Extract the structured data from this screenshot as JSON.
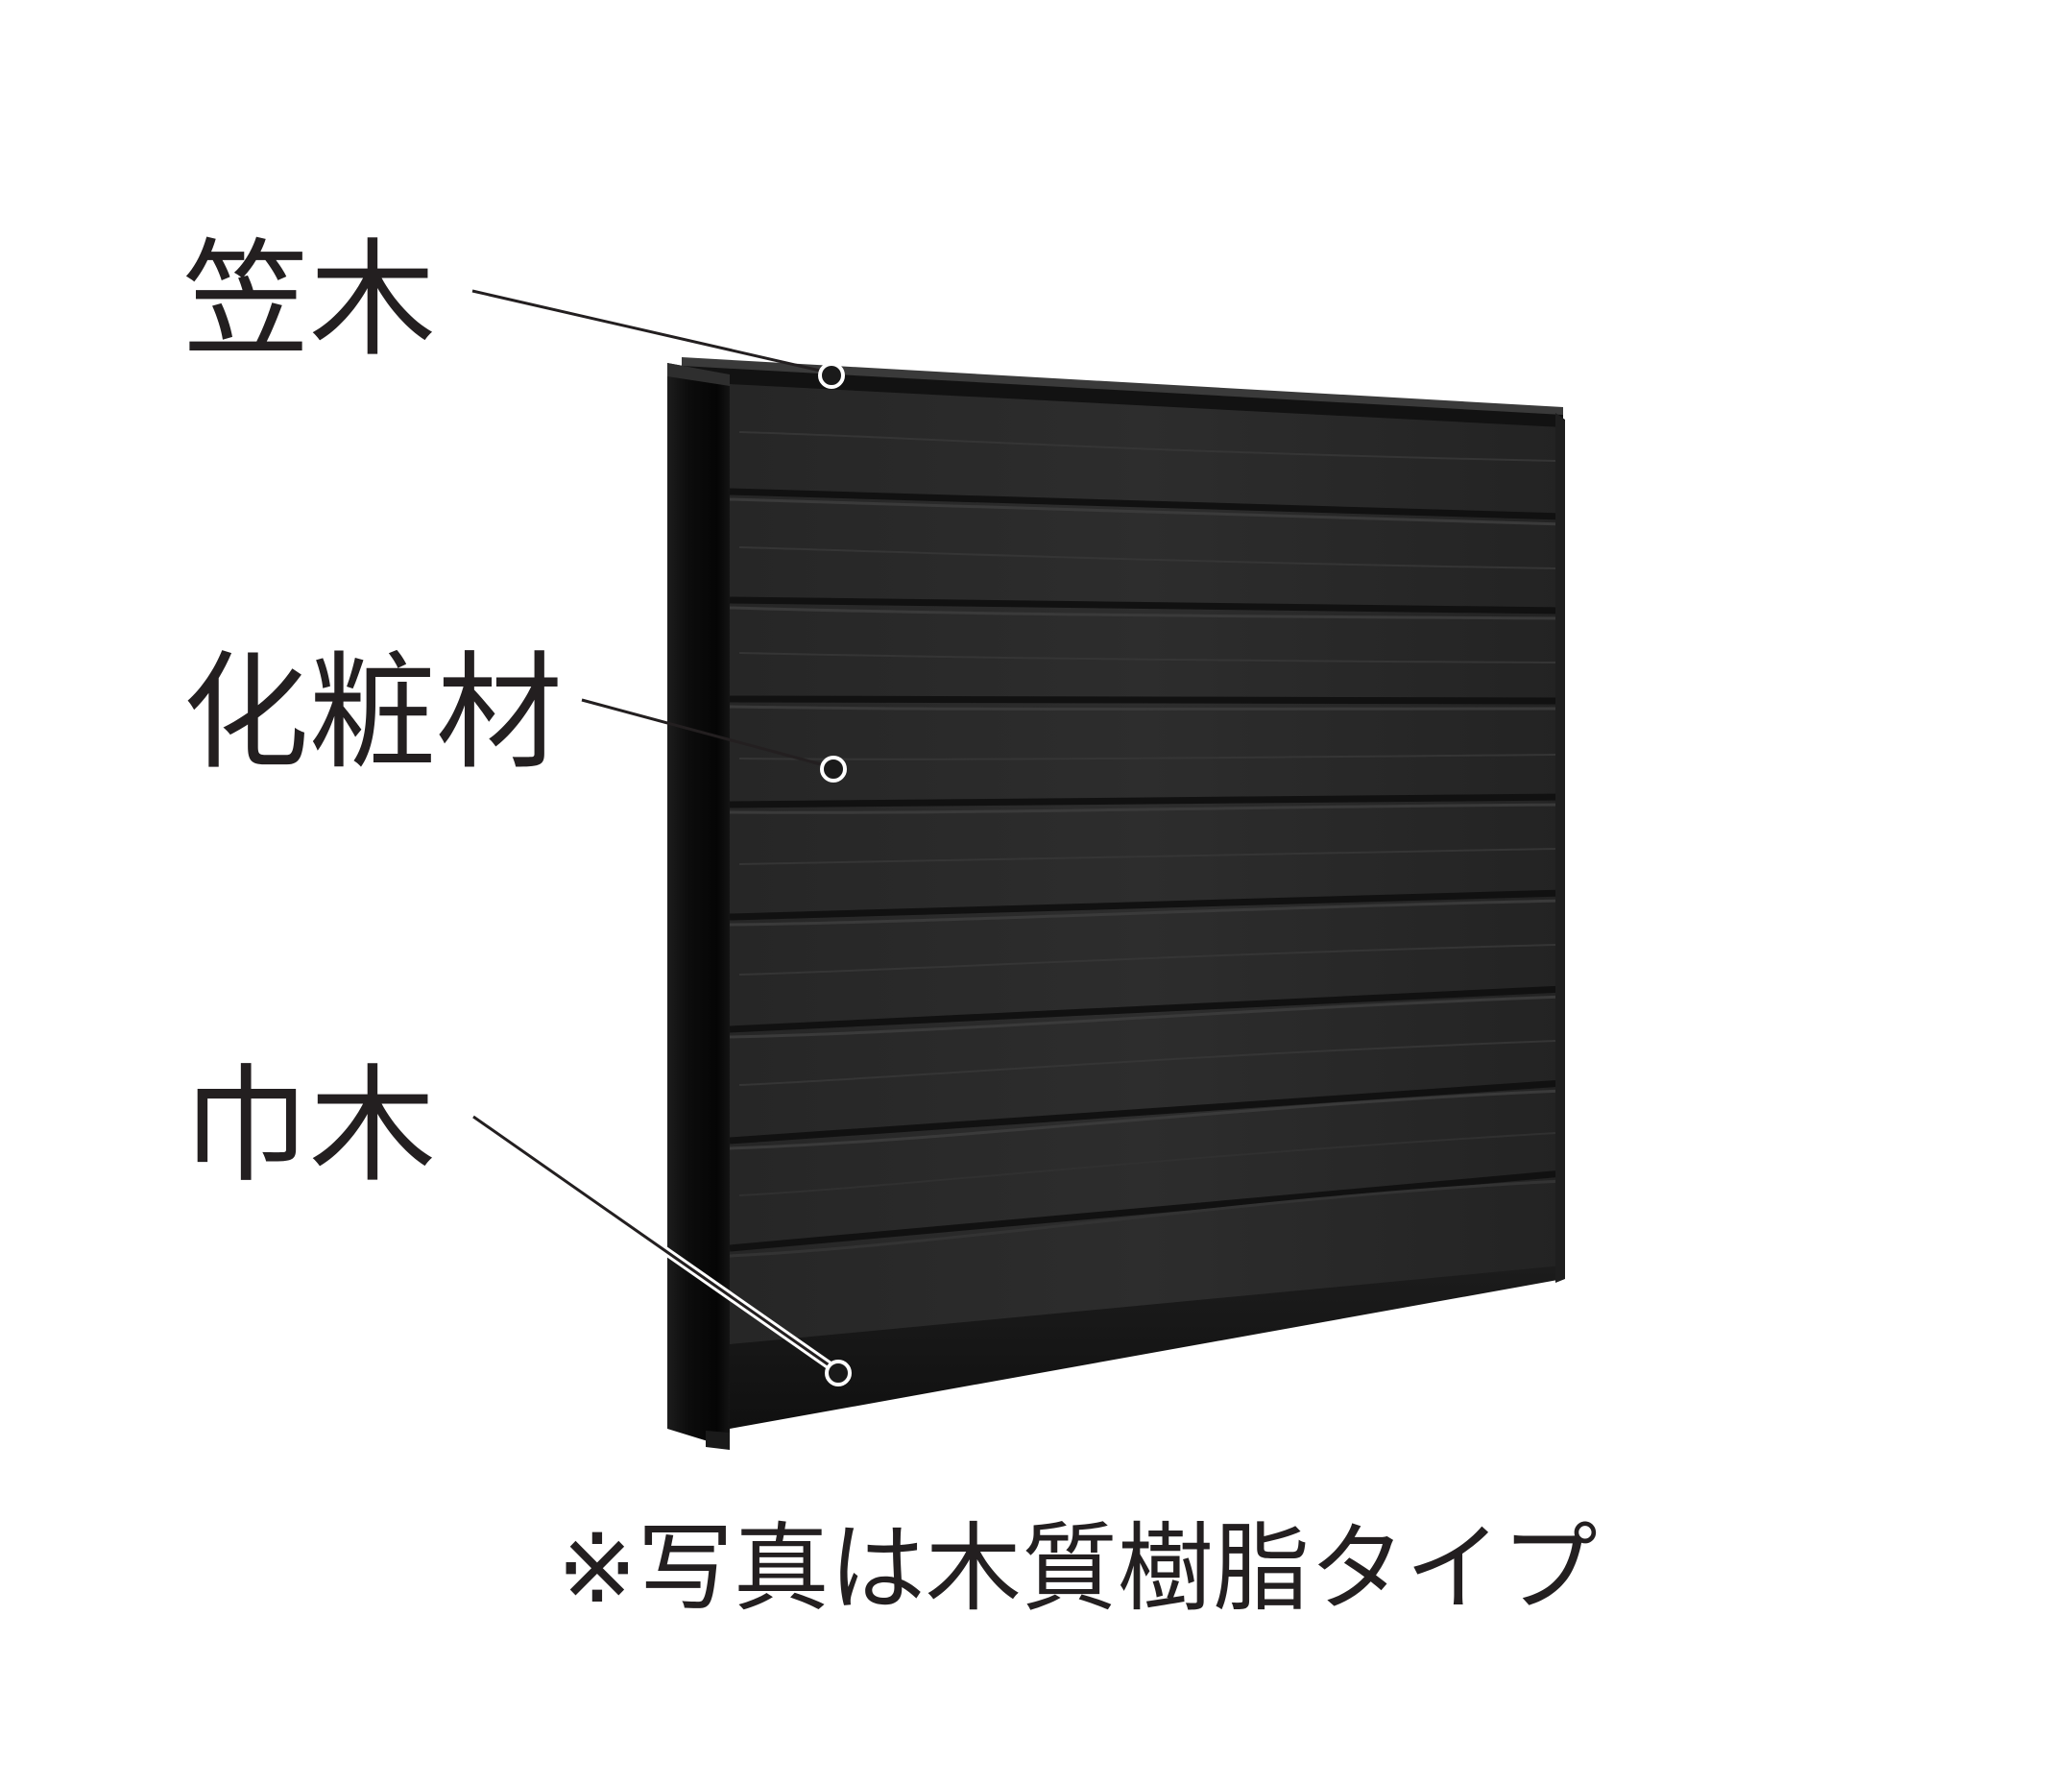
{
  "labels": {
    "kasagi": "笠木",
    "keshouzai": "化粧材",
    "habaki": "巾木"
  },
  "note": "※写真は木質樹脂タイプ",
  "colors": {
    "text": "#231f20",
    "panel": "#2a2a2a",
    "panel_dark": "#161616",
    "post": "#0e0e0e",
    "leader": "#231f20",
    "dot_fill": "#1a1a1a",
    "dot_ring": "#ffffff"
  }
}
